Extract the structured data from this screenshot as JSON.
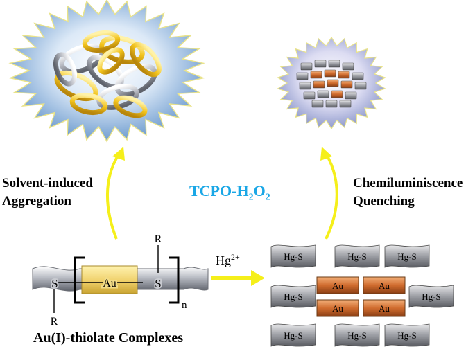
{
  "labels": {
    "solvent_line1": "Solvent-induced",
    "solvent_line2": "Aggregation",
    "chemi_line1": "Chemiluminiscence",
    "chemi_line2": "Quenching",
    "tcpo_main": "TCPO-H",
    "tcpo_sub1": "2",
    "tcpo_mid": "O",
    "tcpo_sub2": "2",
    "hg_base": "Hg",
    "hg_sup": "2+",
    "complex_caption": "Au(I)-thiolate Complexes"
  },
  "monomer": {
    "au": "Au",
    "s_left": "S",
    "s_right": "S",
    "r_top": "R",
    "r_bottom": "R",
    "n": "n"
  },
  "product": {
    "hgs_labels": [
      "Hg-S",
      "Hg-S",
      "Hg-S",
      "Hg-S",
      "Hg-S",
      "Hg-S",
      "Hg-S",
      "Hg-S"
    ],
    "au_labels": [
      "Au",
      "Au",
      "Au",
      "Au"
    ]
  },
  "colors": {
    "tcpo": "#1aa7e6",
    "arrow_yellow": "#f5ef1a",
    "gold": "#f2c31d",
    "copper": "#c8652a",
    "silver": "#9ea1a8",
    "burst_blue": "#a8c8ea"
  },
  "icons": {
    "left_cluster": "aggregated-ring-cluster-icon",
    "right_cluster": "quenched-cluster-icon"
  }
}
